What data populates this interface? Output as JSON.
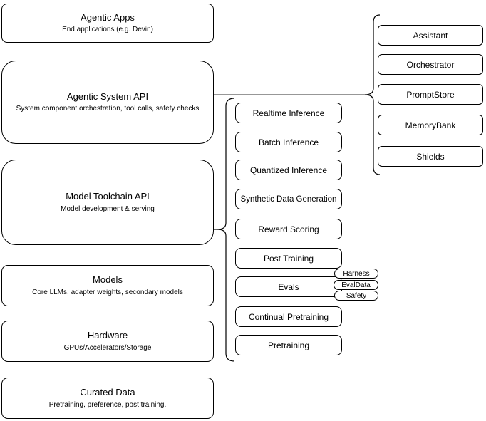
{
  "diagram": {
    "left_column": [
      {
        "title": "Agentic Apps",
        "subtitle": "End applications (e.g. Devin)"
      },
      {
        "title": "Agentic System API",
        "subtitle": "System component orchestration, tool calls, safety checks"
      },
      {
        "title": "Model Toolchain API",
        "subtitle": "Model development & serving"
      },
      {
        "title": "Models",
        "subtitle": "Core LLMs, adapter weights, secondary models"
      },
      {
        "title": "Hardware",
        "subtitle": "GPUs/Accelerators/Storage"
      },
      {
        "title": "Curated Data",
        "subtitle": "Pretraining, preference, post training."
      }
    ],
    "toolchain_components": [
      {
        "label": "Realtime Inference"
      },
      {
        "label": "Batch Inference"
      },
      {
        "label": "Quantized Inference"
      },
      {
        "label": "Synthetic Data Generation"
      },
      {
        "label": "Reward Scoring"
      },
      {
        "label": "Post Training"
      },
      {
        "label": "Evals"
      },
      {
        "label": "Continual Pretraining"
      },
      {
        "label": "Pretraining"
      }
    ],
    "evals_tags": [
      {
        "label": "Harness"
      },
      {
        "label": "EvalData"
      },
      {
        "label": "Safety"
      }
    ],
    "system_components": [
      {
        "label": "Assistant"
      },
      {
        "label": "Orchestrator"
      },
      {
        "label": "PromptStore"
      },
      {
        "label": "MemoryBank"
      },
      {
        "label": "Shields"
      }
    ],
    "colors": {
      "node_stroke": "#000000",
      "node_fill": "#ffffff",
      "connector": "#595959",
      "brace": "#000000"
    }
  }
}
